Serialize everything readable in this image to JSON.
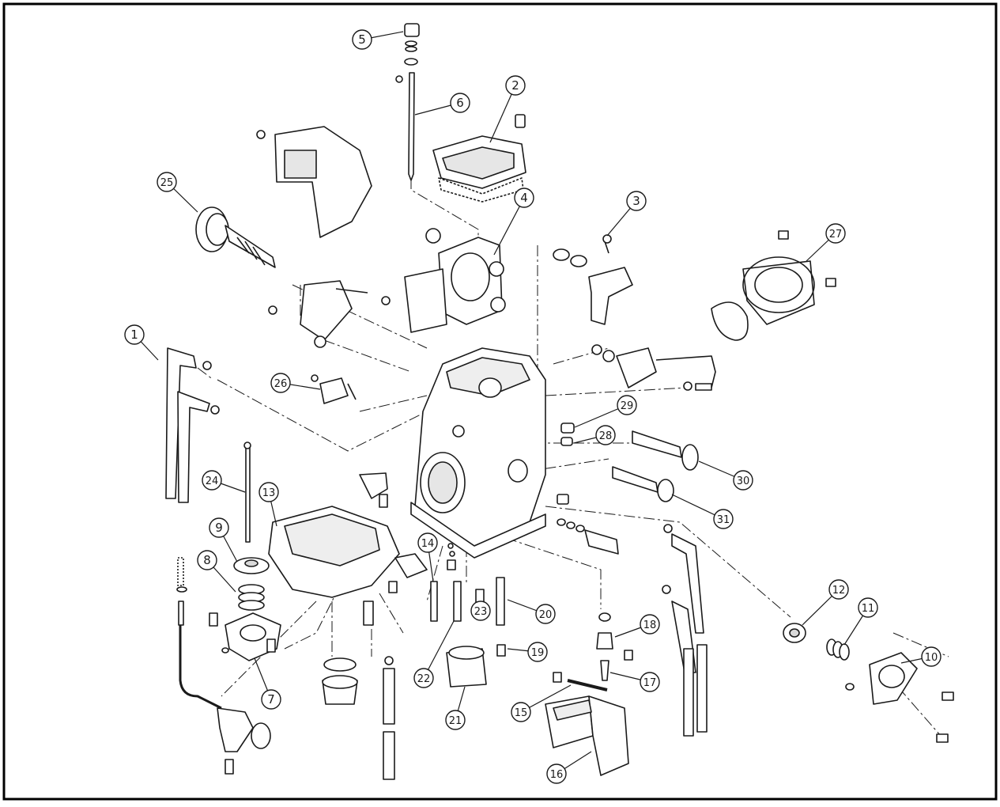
{
  "diagram": {
    "type": "exploded-parts-diagram",
    "subject": "carburetor",
    "callouts": [
      {
        "id": "1",
        "label": "1"
      },
      {
        "id": "2",
        "label": "2"
      },
      {
        "id": "3",
        "label": "3"
      },
      {
        "id": "4",
        "label": "4"
      },
      {
        "id": "5",
        "label": "5"
      },
      {
        "id": "6",
        "label": "6"
      },
      {
        "id": "7",
        "label": "7"
      },
      {
        "id": "8",
        "label": "8"
      },
      {
        "id": "9",
        "label": "9"
      },
      {
        "id": "10",
        "label": "10"
      },
      {
        "id": "11",
        "label": "11"
      },
      {
        "id": "12",
        "label": "12"
      },
      {
        "id": "13",
        "label": "13"
      },
      {
        "id": "14",
        "label": "14"
      },
      {
        "id": "15",
        "label": "15"
      },
      {
        "id": "16",
        "label": "16"
      },
      {
        "id": "17",
        "label": "17"
      },
      {
        "id": "18",
        "label": "18"
      },
      {
        "id": "19",
        "label": "19"
      },
      {
        "id": "20",
        "label": "20"
      },
      {
        "id": "21",
        "label": "21"
      },
      {
        "id": "22",
        "label": "22"
      },
      {
        "id": "23",
        "label": "23"
      },
      {
        "id": "24",
        "label": "24"
      },
      {
        "id": "25",
        "label": "25"
      },
      {
        "id": "26",
        "label": "26"
      },
      {
        "id": "27",
        "label": "27"
      },
      {
        "id": "28",
        "label": "28"
      },
      {
        "id": "29",
        "label": "29"
      },
      {
        "id": "30",
        "label": "30"
      },
      {
        "id": "31",
        "label": "31"
      }
    ]
  },
  "colors": {
    "line": "#1a1a1a",
    "fill": "#ffffff",
    "shade": "#d9d9d9",
    "border": "#000000"
  }
}
